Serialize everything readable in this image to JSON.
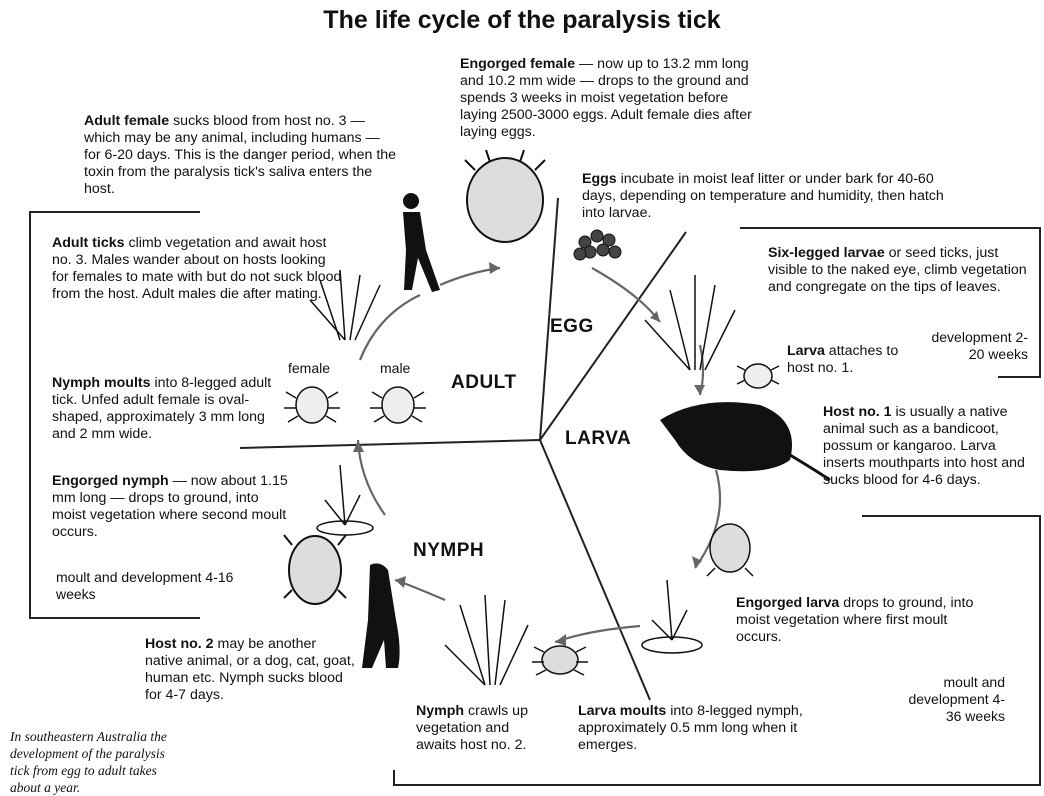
{
  "title": "The life cycle of the paralysis tick",
  "stages": {
    "egg": "EGG",
    "larva": "LARVA",
    "nymph": "NYMPH",
    "adult": "ADULT"
  },
  "labels": {
    "female": "female",
    "male": "male"
  },
  "notes": {
    "engorged_female": {
      "bold": "Engorged female",
      "text": " — now up to 13.2 mm long and 10.2 mm wide — drops to the ground and spends 3 weeks in moist vegetation before laying 2500-3000 eggs. Adult female dies after laying eggs."
    },
    "adult_female": {
      "bold": "Adult female",
      "text": " sucks blood from host no. 3 — which may be any animal, including humans — for 6-20 days. This is the danger period, when the toxin from the paralysis tick's saliva enters the host."
    },
    "eggs": {
      "bold": "Eggs",
      "text": " incubate in moist leaf litter or under bark for 40-60 days, depending on temperature and humidity, then hatch into larvae."
    },
    "adult_ticks": {
      "bold": "Adult ticks",
      "text": " climb vegetation and await host no. 3. Males wander about on hosts looking for females to mate with but do not suck blood from the host. Adult males die after mating."
    },
    "six_legged": {
      "bold": "Six-legged larvae",
      "text": " or seed ticks, just visible to the naked eye, climb vegetation and congregate on the tips of leaves."
    },
    "larva_attaches": {
      "bold": "Larva",
      "text": " attaches to host no. 1."
    },
    "nymph_moults": {
      "bold": "Nymph moults",
      "text": " into 8-legged adult tick. Unfed adult female is oval-shaped, approximately 3 mm long and 2 mm wide."
    },
    "host1": {
      "bold": "Host no. 1",
      "text": " is usually a native animal such as a bandicoot, possum or kangaroo. Larva inserts mouthparts into host and sucks blood for 4-6 days."
    },
    "engorged_nymph": {
      "bold": "Engorged nymph",
      "text": " — now about 1.15 mm long — drops to ground, into moist vegetation where second moult occurs."
    },
    "engorged_larva": {
      "bold": "Engorged larva",
      "text": " drops to ground, into moist vegetation where first moult occurs."
    },
    "host2": {
      "bold": "Host no. 2",
      "text": " may be another native animal, or a dog, cat, goat, human etc. Nymph sucks blood for 4-7 days."
    },
    "nymph_crawls": {
      "bold": "Nymph",
      "text": " crawls up vegetation and awaits host no. 2."
    },
    "larva_moults": {
      "bold": "Larva moults",
      "text": " into 8-legged nymph, approximately 0.5 mm long when it emerges."
    }
  },
  "durations": {
    "development_larva": "development 2-20 weeks",
    "moult_dev_nymph": "moult and development 4-16 weeks",
    "moult_dev_larva": "moult and development 4-36 weeks"
  },
  "footnote": "In southeastern Australia the development of the paralysis tick from egg to adult takes about a year."
}
